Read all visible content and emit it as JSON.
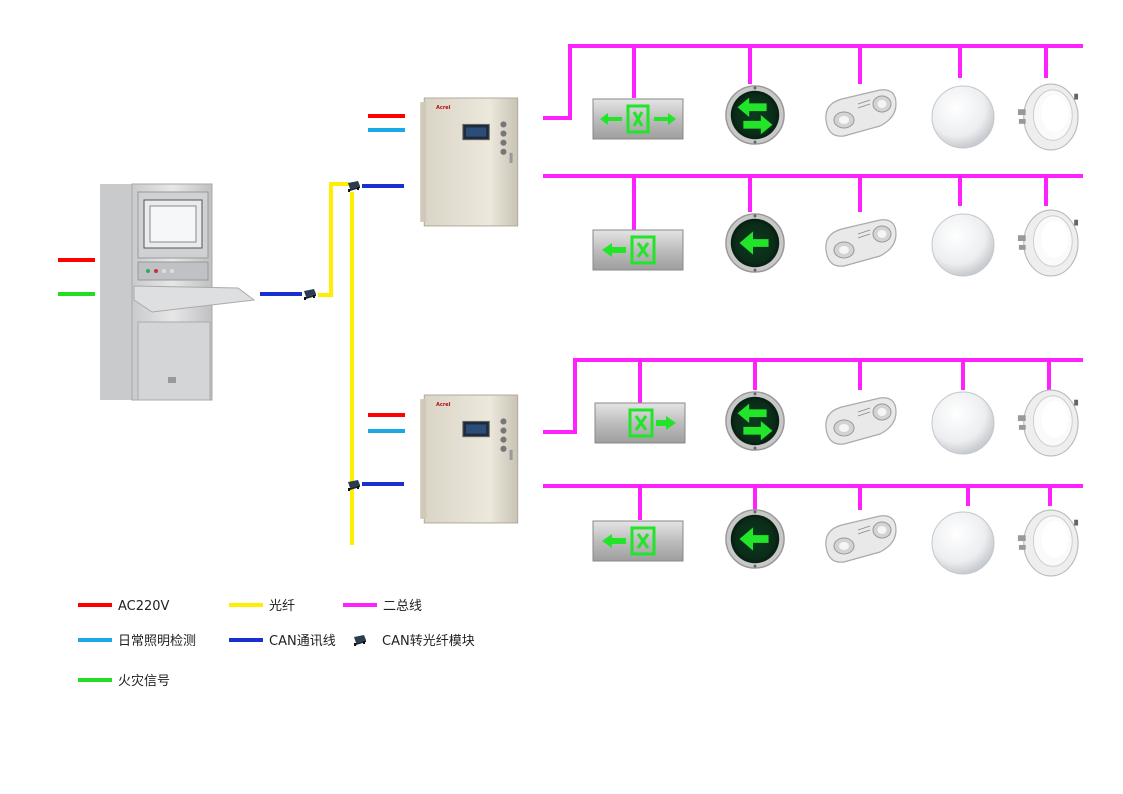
{
  "colors": {
    "ac220v": "#ff0000",
    "daily_light_detect": "#1aa8e6",
    "fire_signal": "#22dd22",
    "fiber": "#ffee00",
    "can_bus": "#1a2fd0",
    "two_bus": "#ff22ff"
  },
  "devices": {
    "host": {
      "icon": "monitoring-host-cabinet-icon"
    },
    "distribution_boxes": [
      {
        "icon": "distribution-box-icon",
        "brand": "Acrel"
      },
      {
        "icon": "distribution-box-icon",
        "brand": "Acrel"
      }
    ],
    "converter_icon": "can-fiber-converter-icon",
    "fixture_rows": [
      [
        "exit-sign-arrows-icon",
        "round-double-arrow-sign-icon",
        "twin-head-emergency-lamp-icon",
        "ceiling-lamp-icon",
        "downlight-icon"
      ],
      [
        "exit-sign-left-arrow-icon",
        "round-left-arrow-sign-icon",
        "twin-head-emergency-lamp-icon",
        "ceiling-lamp-icon",
        "downlight-icon"
      ],
      [
        "exit-sign-right-arrow-icon",
        "round-double-arrow-sign-icon",
        "twin-head-emergency-lamp-icon",
        "ceiling-lamp-icon",
        "downlight-icon"
      ],
      [
        "exit-sign-left-arrow-icon",
        "round-left-arrow-sign-icon",
        "twin-head-emergency-lamp-icon",
        "ceiling-lamp-icon",
        "downlight-icon"
      ]
    ]
  },
  "legend": {
    "ac220v": "AC220V",
    "fiber": "光纤",
    "two_bus": "二总线",
    "daily_light_detect": "日常照明检测",
    "can_bus": "CAN通讯线",
    "can_fiber_module": "CAN转光纤模块",
    "fire_signal": "火灾信号"
  }
}
